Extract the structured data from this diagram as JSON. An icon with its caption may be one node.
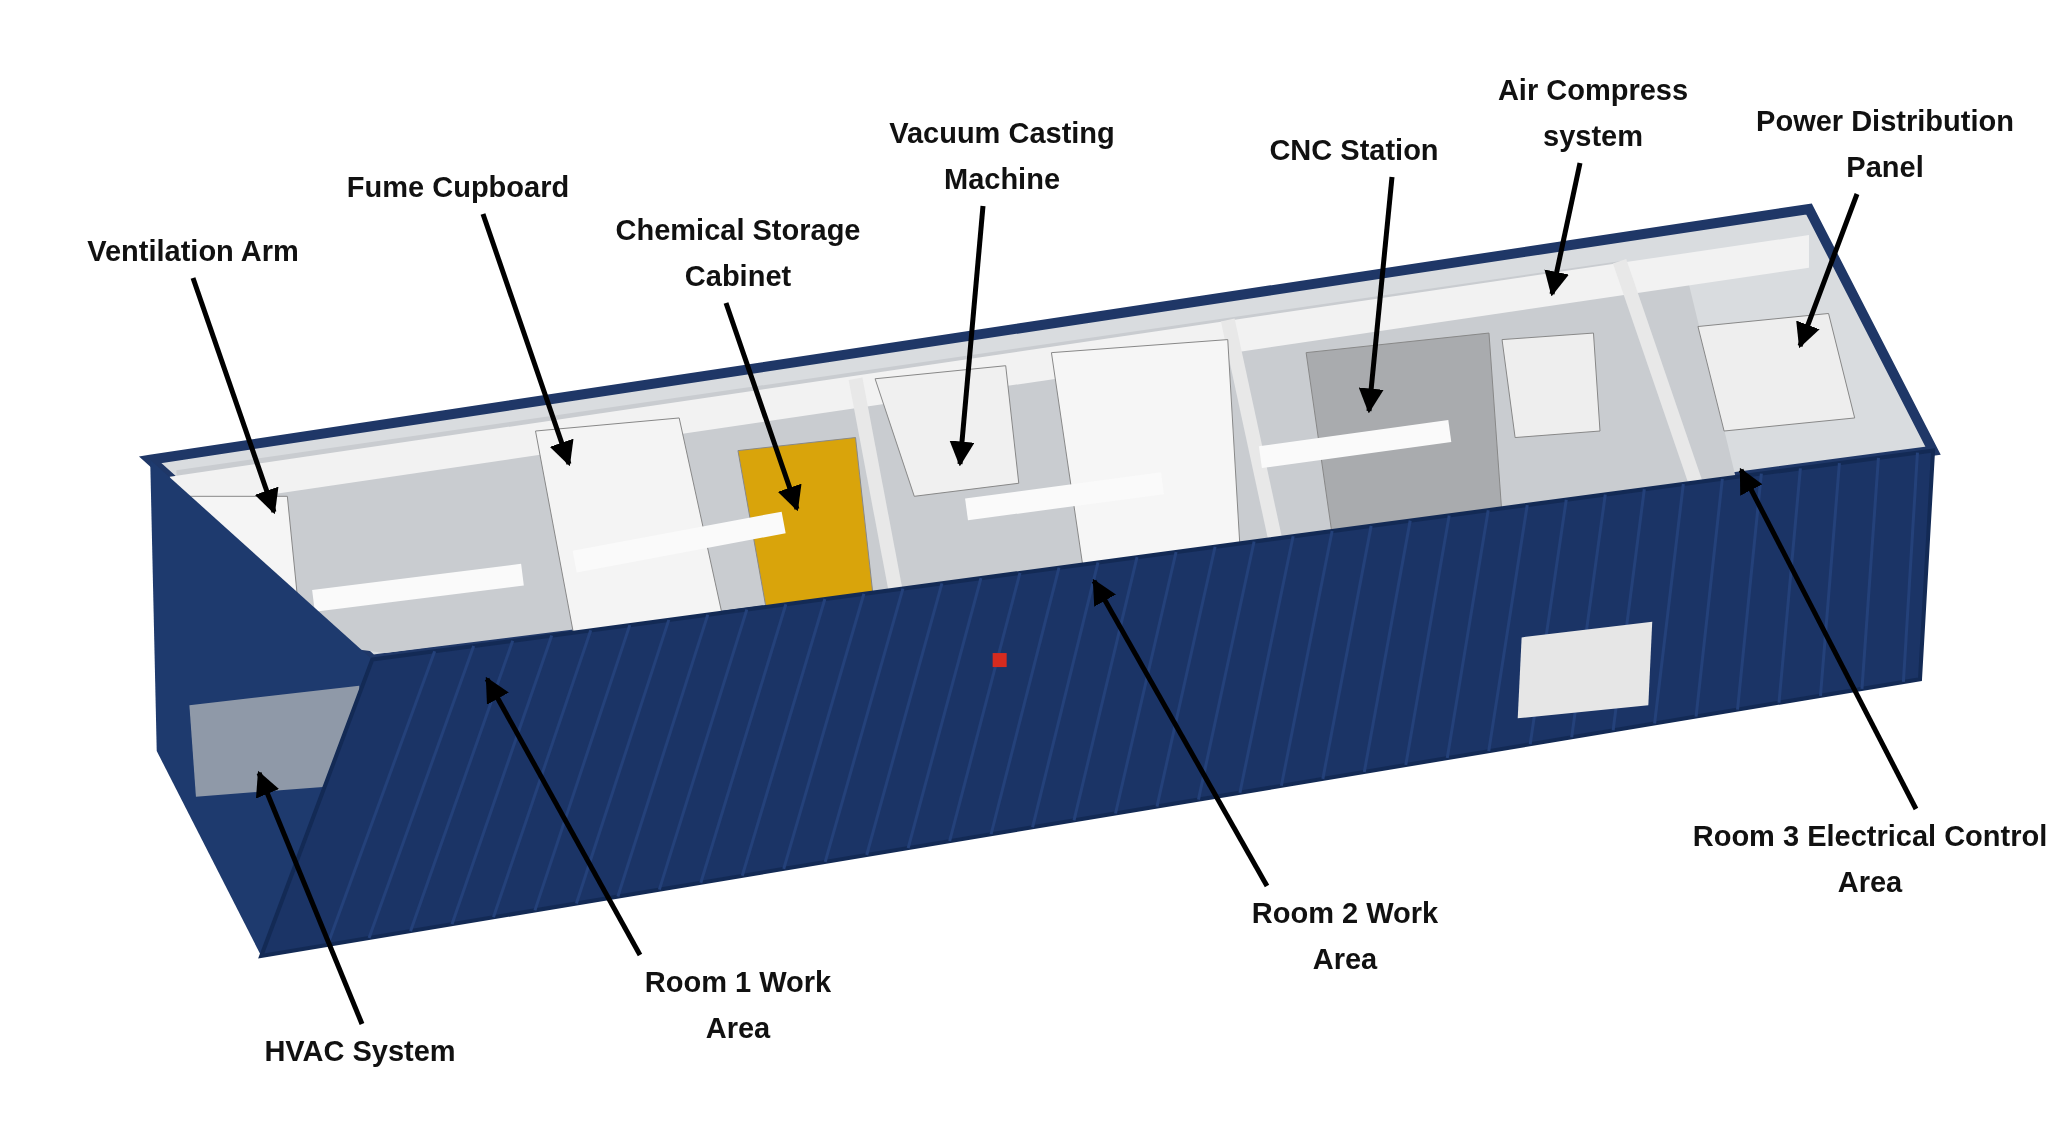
{
  "diagram": {
    "nodes": [
      {
        "text": [
          "Ventilation Arm"
        ]
      },
      {
        "text": [
          "Fume Cupboard"
        ]
      },
      {
        "text": [
          "Chemical Storage Cabinet"
        ]
      },
      {
        "text": [
          "Vacuum Casting Machine"
        ]
      },
      {
        "text": [
          "CNC Station"
        ]
      },
      {
        "text": [
          "Air Compress system"
        ]
      },
      {
        "text": [
          "Power Distribution Panel"
        ]
      },
      {
        "text": [
          "HVAC System"
        ]
      },
      {
        "text": [
          "Room 1 Work Area"
        ]
      },
      {
        "text": [
          "Room 2 Work Area"
        ]
      },
      {
        "text": [
          "Room 3 Electrical Control Area"
        ]
      }
    ],
    "edges": [
      {
        "from": 0,
        "to": null,
        "arrow": "to"
      },
      {
        "from": 1,
        "to": null,
        "arrow": "to"
      },
      {
        "from": 2,
        "to": null,
        "arrow": "to"
      },
      {
        "from": 3,
        "to": null,
        "arrow": "to"
      },
      {
        "from": 4,
        "to": null,
        "arrow": "to"
      },
      {
        "from": 5,
        "to": null,
        "arrow": "to"
      },
      {
        "from": 6,
        "to": null,
        "arrow": "to"
      },
      {
        "from": 7,
        "to": null,
        "arrow": "to"
      },
      {
        "from": 8,
        "to": null,
        "arrow": "to"
      },
      {
        "from": 9,
        "to": null,
        "arrow": "to"
      },
      {
        "from": 10,
        "to": null,
        "arrow": "to"
      }
    ]
  }
}
